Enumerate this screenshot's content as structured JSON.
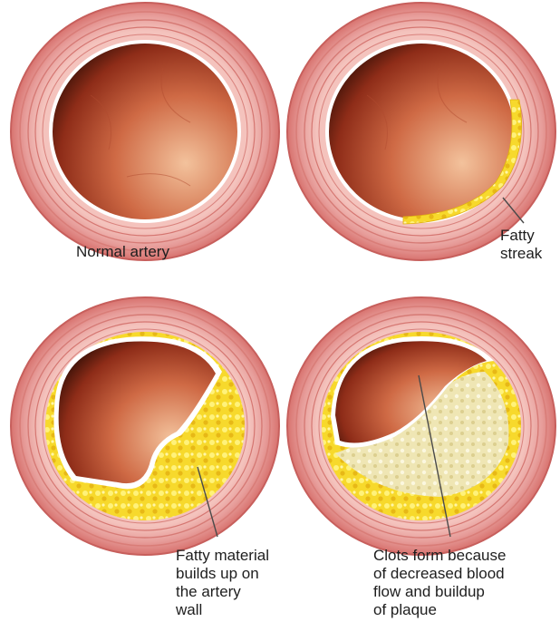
{
  "panels": [
    {
      "id": "normal",
      "label": "Normal artery"
    },
    {
      "id": "streak",
      "label": "Fatty\nstreak"
    },
    {
      "id": "buildup",
      "label": "Fatty material\nbuilds up on\nthe artery\nwall"
    },
    {
      "id": "clot",
      "label": "Clots form because\nof decreased blood\nflow and buildup\nof plaque"
    }
  ],
  "colors": {
    "wall_outer": "#e48a8a",
    "wall_inner": "#f3b8b3",
    "lumen_dark": "#3a1208",
    "lumen_mid": "#b4462c",
    "lumen_light": "#f0b48c",
    "fat": "#f5d52a",
    "clot": "#efe8b8",
    "intima": "#ffffff"
  }
}
